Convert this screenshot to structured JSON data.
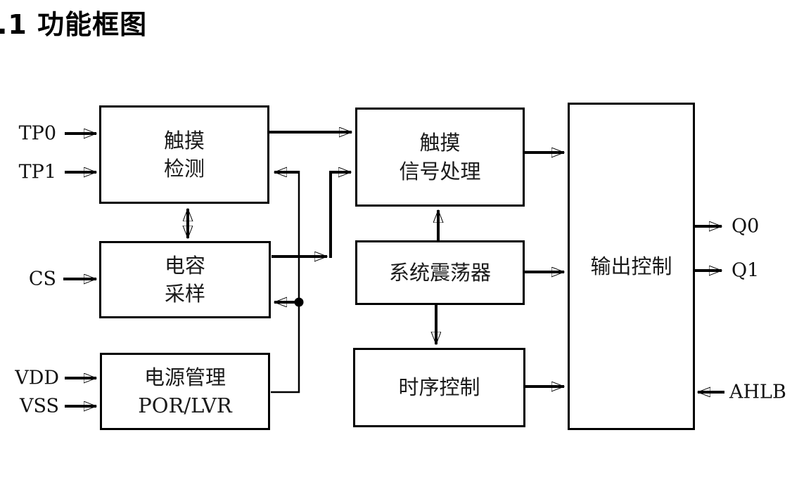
{
  "page": {
    "heading": ".1 功能框图"
  },
  "diagram": {
    "blocks": [
      {
        "id": "touch-detect",
        "lines": [
          "触摸",
          "检测"
        ]
      },
      {
        "id": "cap-sample",
        "lines": [
          "电容",
          "采样"
        ]
      },
      {
        "id": "power-mgmt",
        "lines": [
          "电源管理",
          "POR/LVR"
        ]
      },
      {
        "id": "touch-signal",
        "lines": [
          "触摸",
          "信号处理"
        ]
      },
      {
        "id": "sys-osc",
        "lines": [
          "系统震荡器"
        ]
      },
      {
        "id": "timing-ctrl",
        "lines": [
          "时序控制"
        ]
      },
      {
        "id": "output-ctrl",
        "lines": [
          "输出控制"
        ]
      }
    ],
    "pins": {
      "left": [
        "TP0",
        "TP1",
        "CS",
        "VDD",
        "VSS"
      ],
      "right": [
        "Q0",
        "Q1",
        "AHLB"
      ]
    },
    "colors": {
      "line": "#000000",
      "background": "#ffffff"
    }
  }
}
